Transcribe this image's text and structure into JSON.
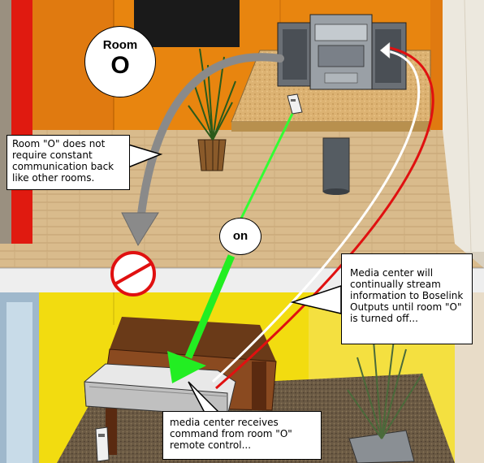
{
  "room_badge": {
    "label": "Room",
    "letter": "O"
  },
  "on_badge": {
    "label": "on"
  },
  "callouts": {
    "no_constant_comm": "Room \"O\" does not require constant communication back like other rooms.",
    "media_center_stream": "Media center will continually stream information to Boselink Outputs until room \"O\" is turned off...",
    "receives_command": "media center receives command from room \"O\" remote control..."
  },
  "colors": {
    "wall_orange": "#e07a10",
    "wall_yellow": "#f2dc10",
    "wall_red": "#e01a10",
    "floor_wood": "#d8b888",
    "cork_table": "#d9b070",
    "arrow_gray": "#8a8a8a",
    "arrow_green": "#22ee22",
    "signal_red": "#e01010",
    "signal_white": "#ffffff"
  },
  "icons": [
    "stereo-icon",
    "remote-icon",
    "plant-icon",
    "media-center-icon",
    "no-symbol-icon"
  ]
}
